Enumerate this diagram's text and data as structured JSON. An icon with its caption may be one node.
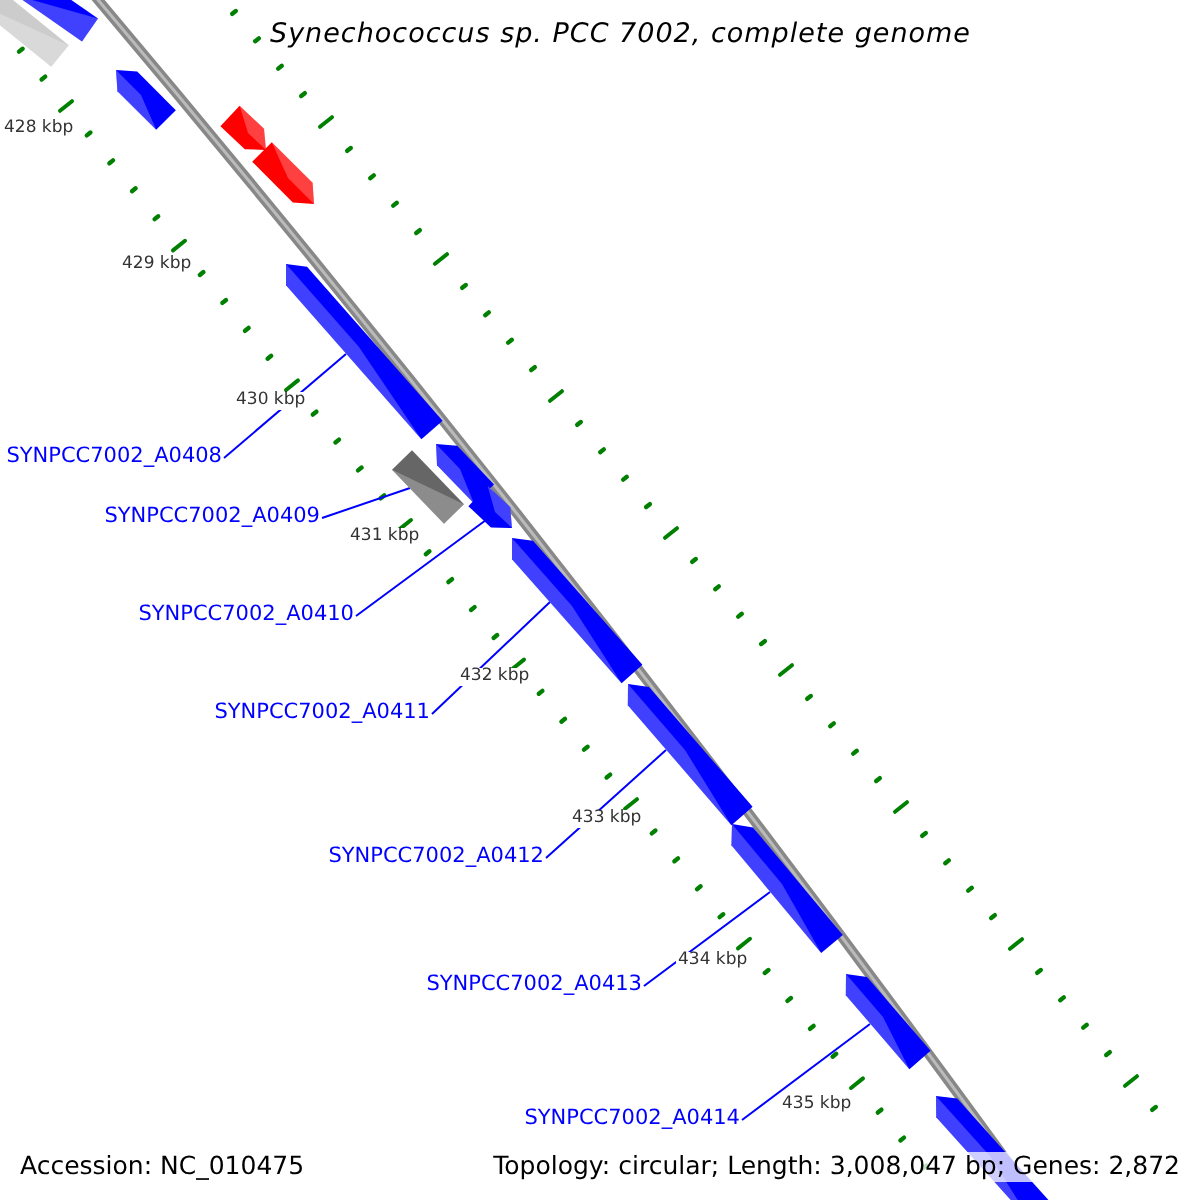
{
  "diagram": {
    "title": "Synechococcus sp. PCC 7002, complete genome",
    "nodes": [
      {
        "text": [],
        "shape": "arrow"
      },
      {
        "text": [],
        "shape": "arrow"
      },
      {
        "text": [],
        "shape": "arrow"
      },
      {
        "text": [],
        "shape": "arrow"
      },
      {
        "text": [],
        "shape": "arrow"
      },
      {
        "text": [],
        "shape": "arrow"
      },
      {
        "text": [],
        "shape": "arrow"
      },
      {
        "text": [],
        "shape": "arrow"
      },
      {
        "text": [],
        "shape": "arrow"
      },
      {
        "text": [],
        "shape": "arrow"
      },
      {
        "text": [],
        "shape": "arrow"
      },
      {
        "text": [],
        "shape": "arrow"
      },
      {
        "text": [],
        "shape": "arrow"
      },
      {
        "text": [],
        "shape": "arrow"
      },
      {
        "text": [
          "SYNPCC7002_A0408"
        ]
      },
      {
        "text": [
          "SYNPCC7002_A0409"
        ]
      },
      {
        "text": [
          "SYNPCC7002_A0410"
        ]
      },
      {
        "text": [
          "SYNPCC7002_A0411"
        ]
      },
      {
        "text": [
          "SYNPCC7002_A0412"
        ]
      },
      {
        "text": [
          "SYNPCC7002_A0413"
        ]
      },
      {
        "text": [
          "SYNPCC7002_A0414"
        ]
      }
    ],
    "edges": [
      {
        "from": 14,
        "to": 5,
        "arrow": "none"
      },
      {
        "from": 15,
        "to": 6,
        "arrow": "none"
      },
      {
        "from": 16,
        "to": 8,
        "arrow": "none"
      },
      {
        "from": 17,
        "to": 9,
        "arrow": "none"
      },
      {
        "from": 18,
        "to": 10,
        "arrow": "none"
      },
      {
        "from": 19,
        "to": 11,
        "arrow": "none"
      },
      {
        "from": 20,
        "to": 12,
        "arrow": "none"
      }
    ],
    "labels": [
      "428 kbp",
      "429 kbp",
      "430 kbp",
      "431 kbp",
      "432 kbp",
      "433 kbp",
      "434 kbp",
      "435 kbp",
      "Accession: NC_010475",
      "Topology: circular; Length: 3,008,047 bp; Genes: 2,872"
    ]
  }
}
